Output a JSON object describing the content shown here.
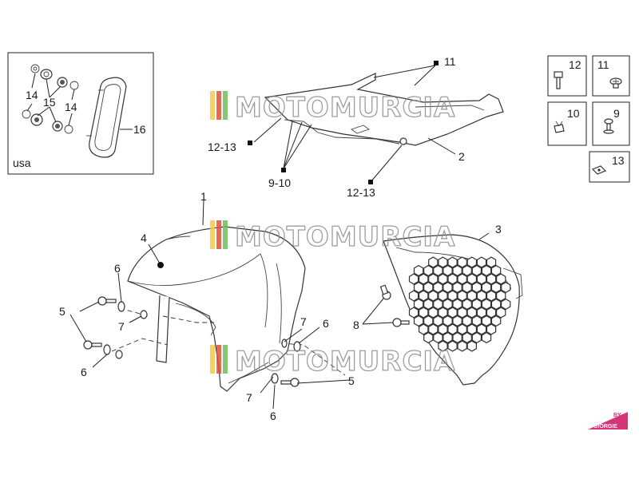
{
  "callouts": {
    "fender": "1",
    "under_tray": "2",
    "headlight_grille": "3",
    "front_fender_front": "4",
    "screw_5": "5",
    "washer_6": "6",
    "spacer_7": "7",
    "screw_8": "8",
    "grp_9_10": "9-10",
    "grp_11": "11",
    "grp_12_13_left": "12-13",
    "grp_12_13_right": "12-13",
    "usa_14": "14",
    "usa_15": "15",
    "usa_16": "16"
  },
  "inset": {
    "label": "usa"
  },
  "legend_boxes": [
    {
      "label": "12",
      "icon": "bolt-hex-icon"
    },
    {
      "label": "11",
      "icon": "screw-cross-icon"
    },
    {
      "label": "10",
      "icon": "nut-insert-icon"
    },
    {
      "label": "9",
      "icon": "push-pin-icon"
    },
    {
      "label": "13",
      "icon": "clip-nut-icon"
    }
  ],
  "watermark": {
    "text": "MOTOMURCIA",
    "colors": [
      "#f2c94c",
      "#e0503a",
      "#6fbf5f"
    ]
  },
  "brand": {
    "line1": "BY",
    "line2": "GIORGIE",
    "color": "#d6337a"
  }
}
